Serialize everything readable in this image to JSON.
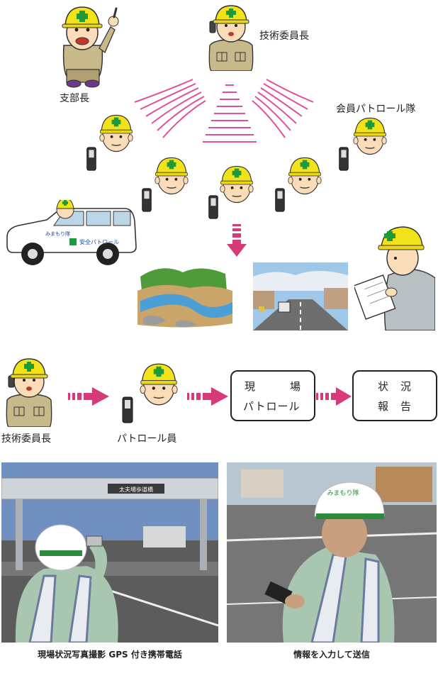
{
  "labels": {
    "branch_chief": "支部長",
    "tech_committee_top": "技術委員長",
    "member_patrol": "会員パトロール隊",
    "tech_committee_bottom": "技術委員長",
    "patrol_member": "パトロール員"
  },
  "car": {
    "door_text": "安全パトロール",
    "rear_text": "みまもり隊"
  },
  "flow": {
    "box1": {
      "line1_a": "現",
      "line1_b": "場",
      "line2": "パトロール"
    },
    "box2": {
      "line1_a": "状",
      "line1_b": "況",
      "line2_a": "報",
      "line2_b": "告"
    }
  },
  "photos": {
    "left_sign": "太夫場歩道橋",
    "right_helmet": "みまもり隊",
    "left_caption": "現場状況写真撮影 GPS 付き携帯電話",
    "right_caption": "情報を入力して送信"
  },
  "colors": {
    "helmet": "#f2e21a",
    "cross": "#1e9a3a",
    "signal": "#e0509a",
    "arrow": "#d63a78",
    "uniform": "#c8b98a",
    "face": "#fbdcb8"
  }
}
